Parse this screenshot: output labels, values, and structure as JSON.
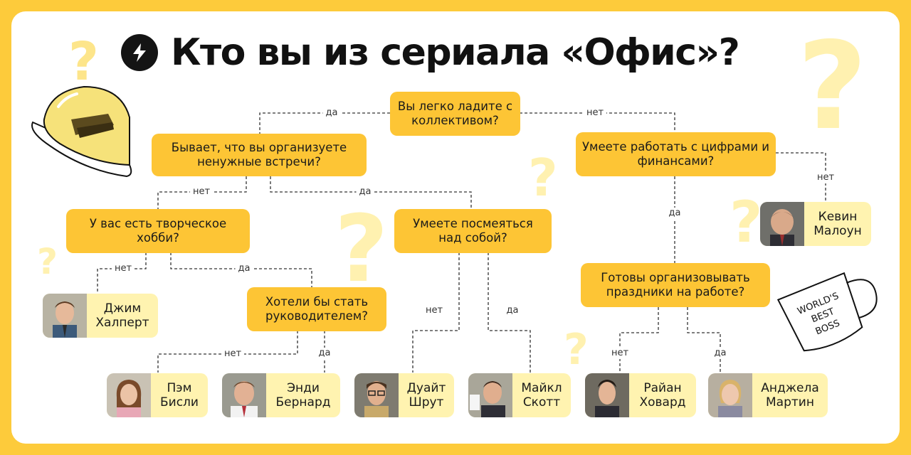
{
  "title": "Кто вы из сериала «Офис»?",
  "questions": {
    "q1": "Вы легко ладите с коллективом?",
    "q2": "Бывает, что вы организуете ненужные встречи?",
    "q3": "Умеете работать с цифрами и финансами?",
    "q4": "У вас есть творческое хобби?",
    "q5": "Умеете посмеяться над собой?",
    "q6": "Хотели бы стать руководителем?",
    "q7": "Готовы организовывать праздники на работе?"
  },
  "answers": {
    "yes": "да",
    "no": "нет"
  },
  "characters": {
    "kevin": "Кевин Малоун",
    "jim": "Джим Халперт",
    "pam": "Пэм Бисли",
    "andy": "Энди Бернард",
    "dwight": "Дуайт Шрут",
    "michael": "Майкл Скотт",
    "ryan": "Райан Ховард",
    "angela": "Анджела Мартин"
  },
  "mug_text": "WORLD'S BEST BOSS",
  "colors": {
    "background": "#FDCB3B",
    "card": "#FFFFFF",
    "question": "#FDC535",
    "character": "#FFF3B0"
  }
}
